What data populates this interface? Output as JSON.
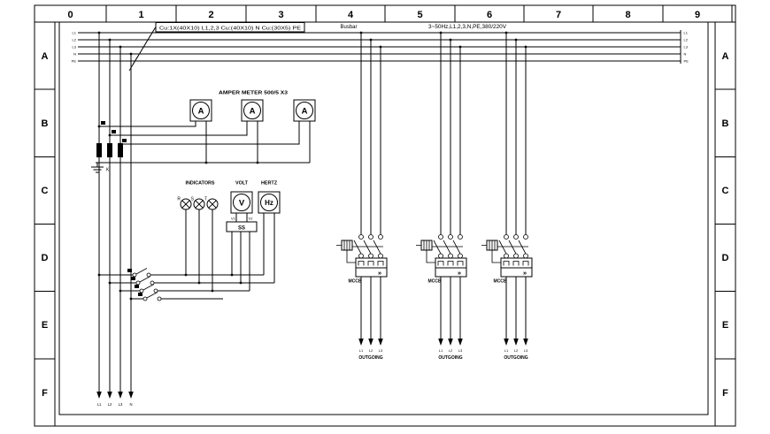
{
  "sheet": {
    "columns": [
      "0",
      "1",
      "2",
      "3",
      "4",
      "5",
      "6",
      "7",
      "8",
      "9"
    ],
    "rows": [
      "A",
      "B",
      "C",
      "D",
      "E",
      "F"
    ]
  },
  "busbar": {
    "conductors": [
      "L1",
      "L2",
      "L3",
      "N",
      "PE"
    ],
    "cable_spec": "Cu:1X(40X10) L1,2,3   Cu:(40X10) N   Cu:(30X5) PE",
    "busbar_label": "Busbar",
    "system_label": "3~50Hz,L1,2,3,N,PE,380/220V"
  },
  "incoming": {
    "phases": [
      "L1",
      "L2",
      "L3",
      "N"
    ]
  },
  "metering": {
    "ammeter_title": "AMPER METER 500/5 X3",
    "ammeter_symbol": "A",
    "ct_label": "K",
    "indicators_title": "INDICATORS",
    "lamp_phases": [
      "R",
      "S",
      "T"
    ],
    "volt_title": "VOLT",
    "volt_symbol": "V",
    "volt_terminals": [
      "V1",
      "V2"
    ],
    "selector_label": "SS",
    "hertz_title": "HERTZ",
    "hertz_symbol": "Hz"
  },
  "feeders": [
    {
      "breaker": "MCCB",
      "release": "»",
      "phases": [
        "L1",
        "L2",
        "L3"
      ],
      "outgoing": "OUTGOING"
    },
    {
      "breaker": "MCCB",
      "release": "»",
      "phases": [
        "L1",
        "L2",
        "L3"
      ],
      "outgoing": "OUTGOING"
    },
    {
      "breaker": "MCCB",
      "release": "»",
      "phases": [
        "L1",
        "L2",
        "L3"
      ],
      "outgoing": "OUTGOING"
    }
  ],
  "colors": {
    "ink": "#000000",
    "paper": "#ffffff"
  }
}
